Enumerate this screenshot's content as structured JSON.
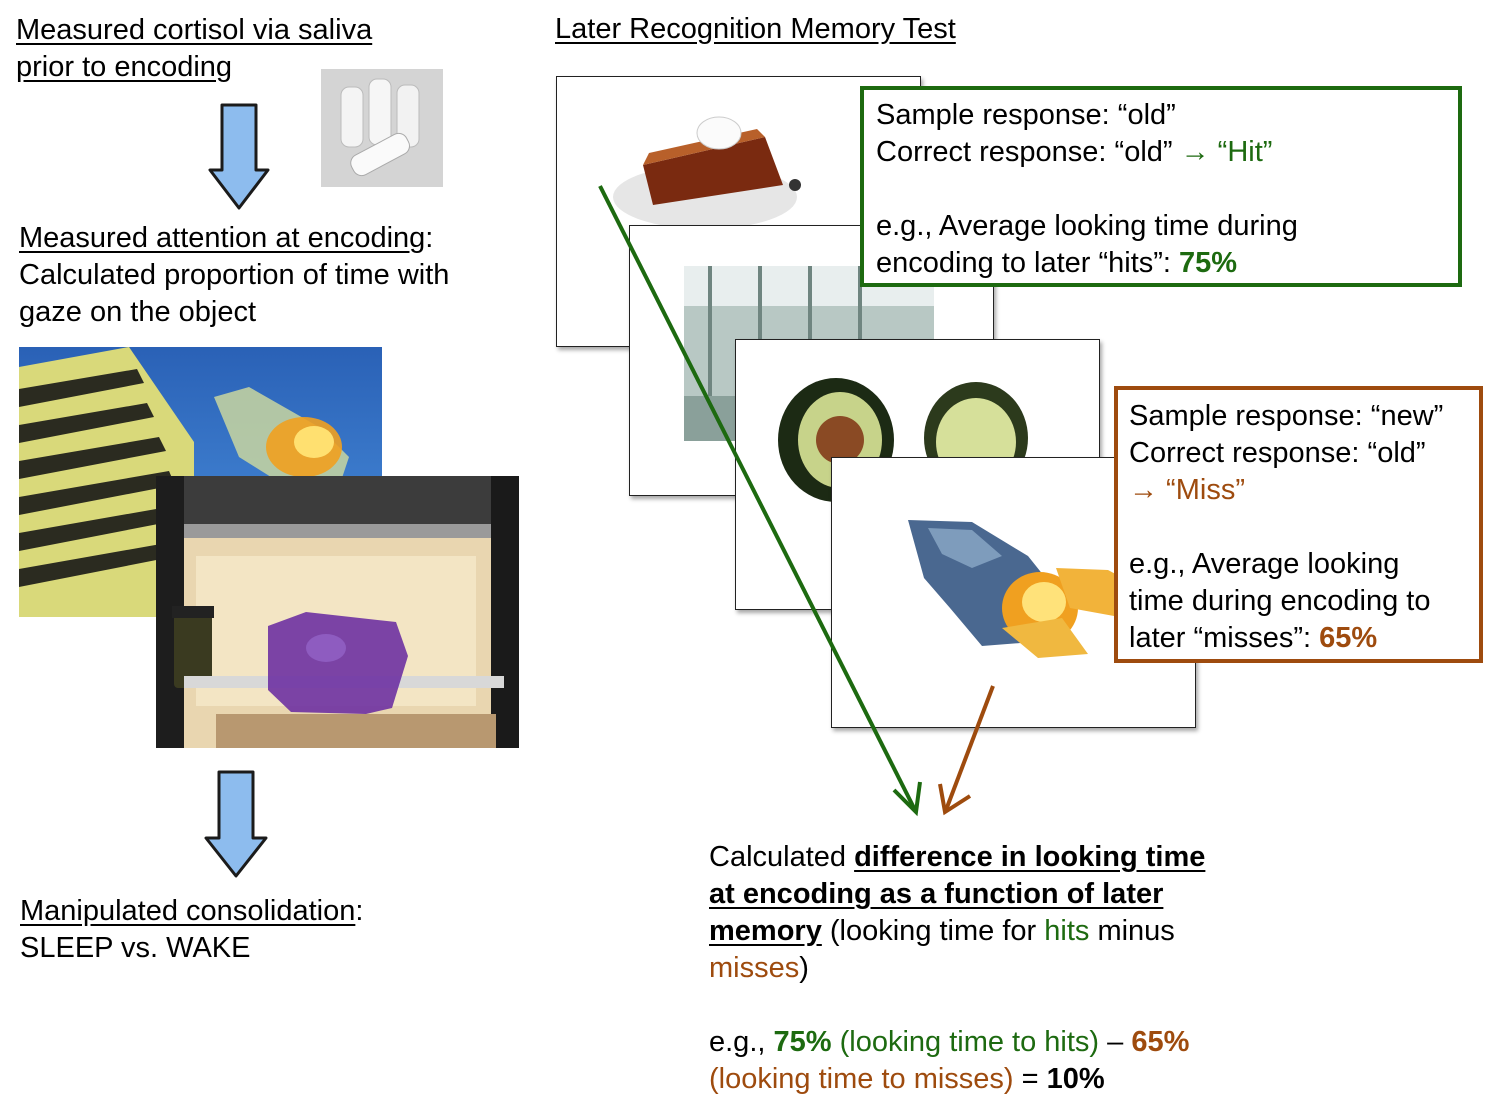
{
  "left": {
    "cortisol_line1": "Measured cortisol via saliva",
    "cortisol_line2": "prior to encoding",
    "attention_heading": "Measured attention at encoding",
    "attention_colon": ":",
    "attention_line2": "Calculated proportion of time with",
    "attention_line3": "gaze on the object",
    "consolidation_heading": "Manipulated consolidation",
    "consolidation_colon": ":",
    "consolidation_line2": "SLEEP vs. WAKE"
  },
  "right": {
    "test_title": "Later Recognition Memory Test",
    "hit_box": {
      "line1": "Sample response: “old”",
      "line2_prefix": "Correct response: “old” ",
      "line2_result": "→ “Hit”",
      "line3": "e.g., Average looking time during",
      "line4_prefix": "encoding to later “hits”: ",
      "line4_value": "75%"
    },
    "miss_box": {
      "line1": "Sample response: “new”",
      "line2": "Correct response: “old”",
      "line3": "→ “Miss”",
      "line4": "e.g., Average looking",
      "line5": "time during encoding to",
      "line6_prefix": "later “misses”: ",
      "line6_value": "65%"
    },
    "calc": {
      "l1_prefix": "Calculated ",
      "l1_bold": "difference in looking time",
      "l2_bold": "at encoding as a function of later",
      "l3_bold": "memory",
      "l3_mid": " (looking time for ",
      "l3_hits": "hits",
      "l3_end": " minus",
      "l4_misses": "misses",
      "l4_end": ")",
      "ex_prefix": "e.g., ",
      "ex_hits_value": "75%",
      "ex_hits_label": " (looking time to hits)",
      "ex_dash": " – ",
      "ex_miss_value": "65%",
      "ex_miss_label": "(looking time to misses)",
      "ex_equals": " = ",
      "ex_result": "10%"
    }
  },
  "colors": {
    "green": "#1d6a10",
    "brown": "#9e4b0e",
    "arrow_blue": "#8dbcee"
  }
}
